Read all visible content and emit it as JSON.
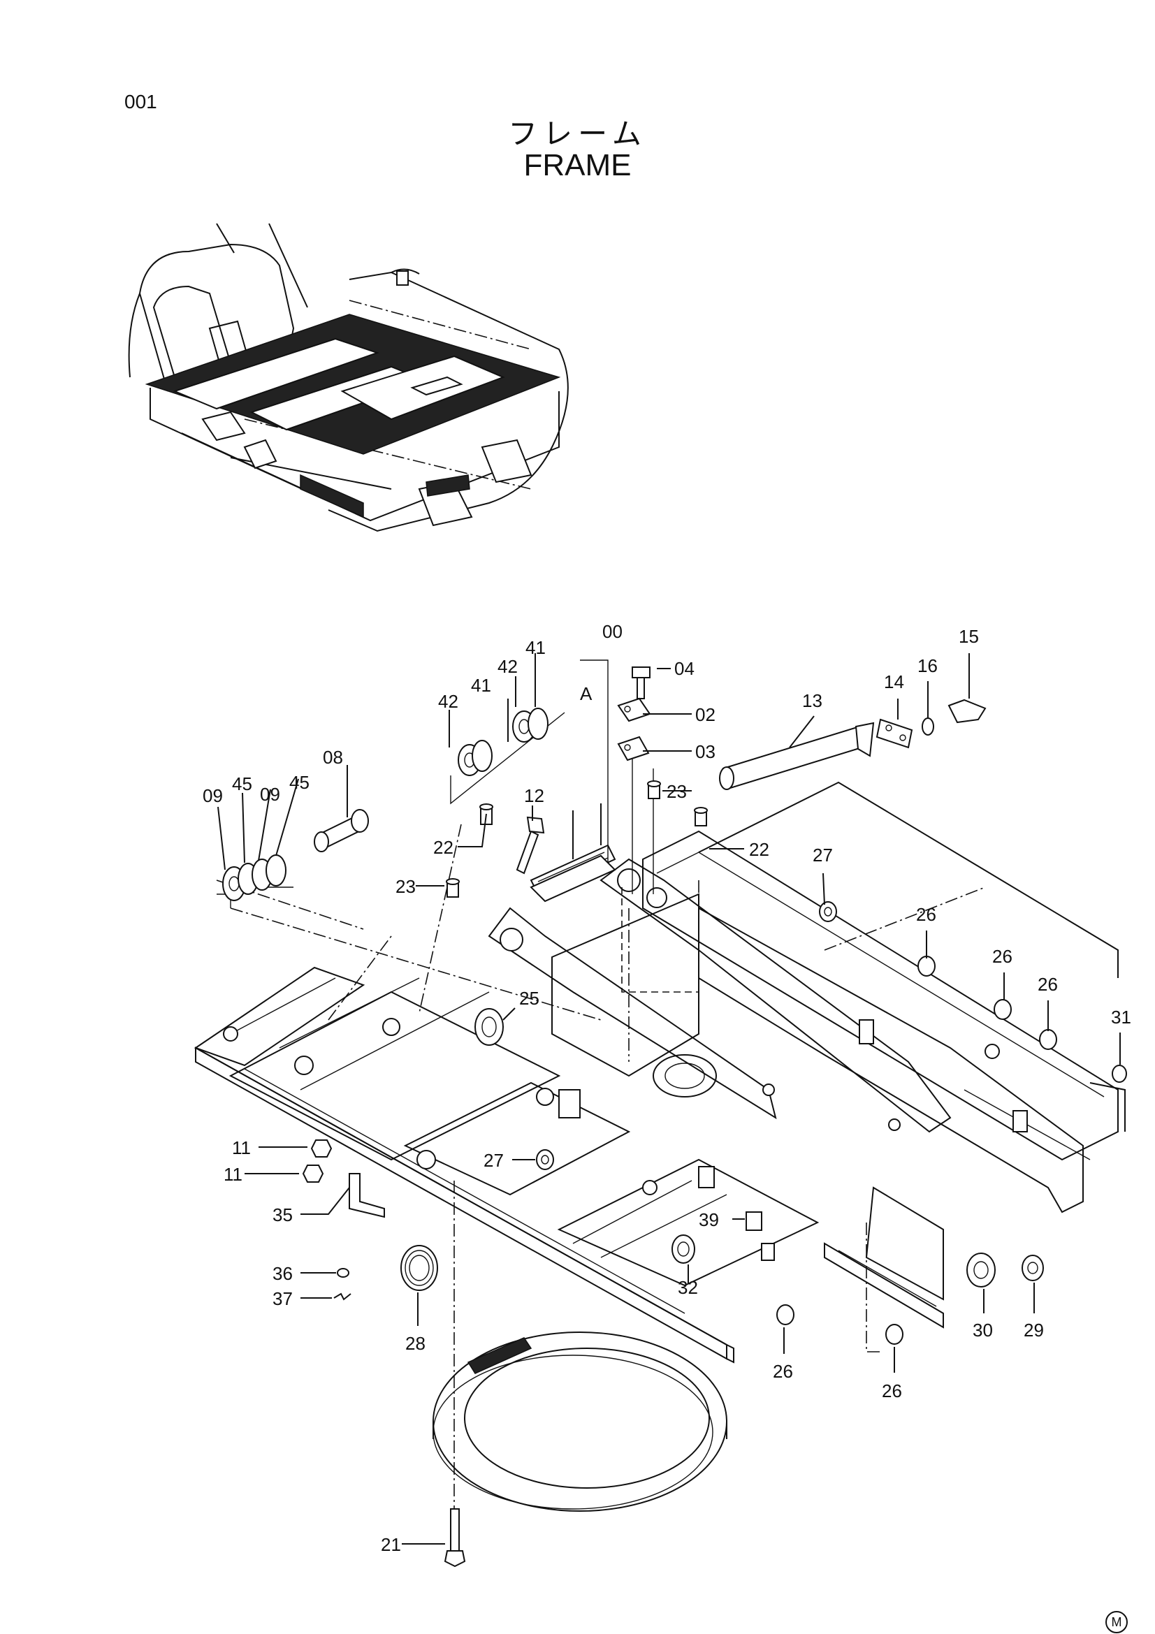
{
  "header": {
    "page_number": "001",
    "title_japanese": "フレーム",
    "title_english": "FRAME"
  },
  "footer": {
    "mark": "M"
  },
  "callouts": {
    "c00": "00",
    "cA": "A",
    "c04": "04",
    "c02": "02",
    "c03": "03",
    "c13": "13",
    "c14": "14",
    "c16": "16",
    "c15": "15",
    "c42a": "42",
    "c41a": "41",
    "c42b": "42",
    "c41b": "41",
    "c08": "08",
    "c45a": "45",
    "c09a": "09",
    "c09b": "09",
    "c45b": "45",
    "c12": "12",
    "c23a": "23",
    "c22a": "22",
    "c22b": "22",
    "c23b": "23",
    "c27a": "27",
    "c26a": "26",
    "c26b": "26",
    "c26c": "26",
    "c31": "31",
    "c25": "25",
    "c11a": "11",
    "c11b": "11",
    "c27b": "27",
    "c35": "35",
    "c36": "36",
    "c37": "37",
    "c28": "28",
    "c39": "39",
    "c32": "32",
    "c30": "30",
    "c29": "29",
    "c26d": "26",
    "c26e": "26",
    "c21": "21"
  }
}
